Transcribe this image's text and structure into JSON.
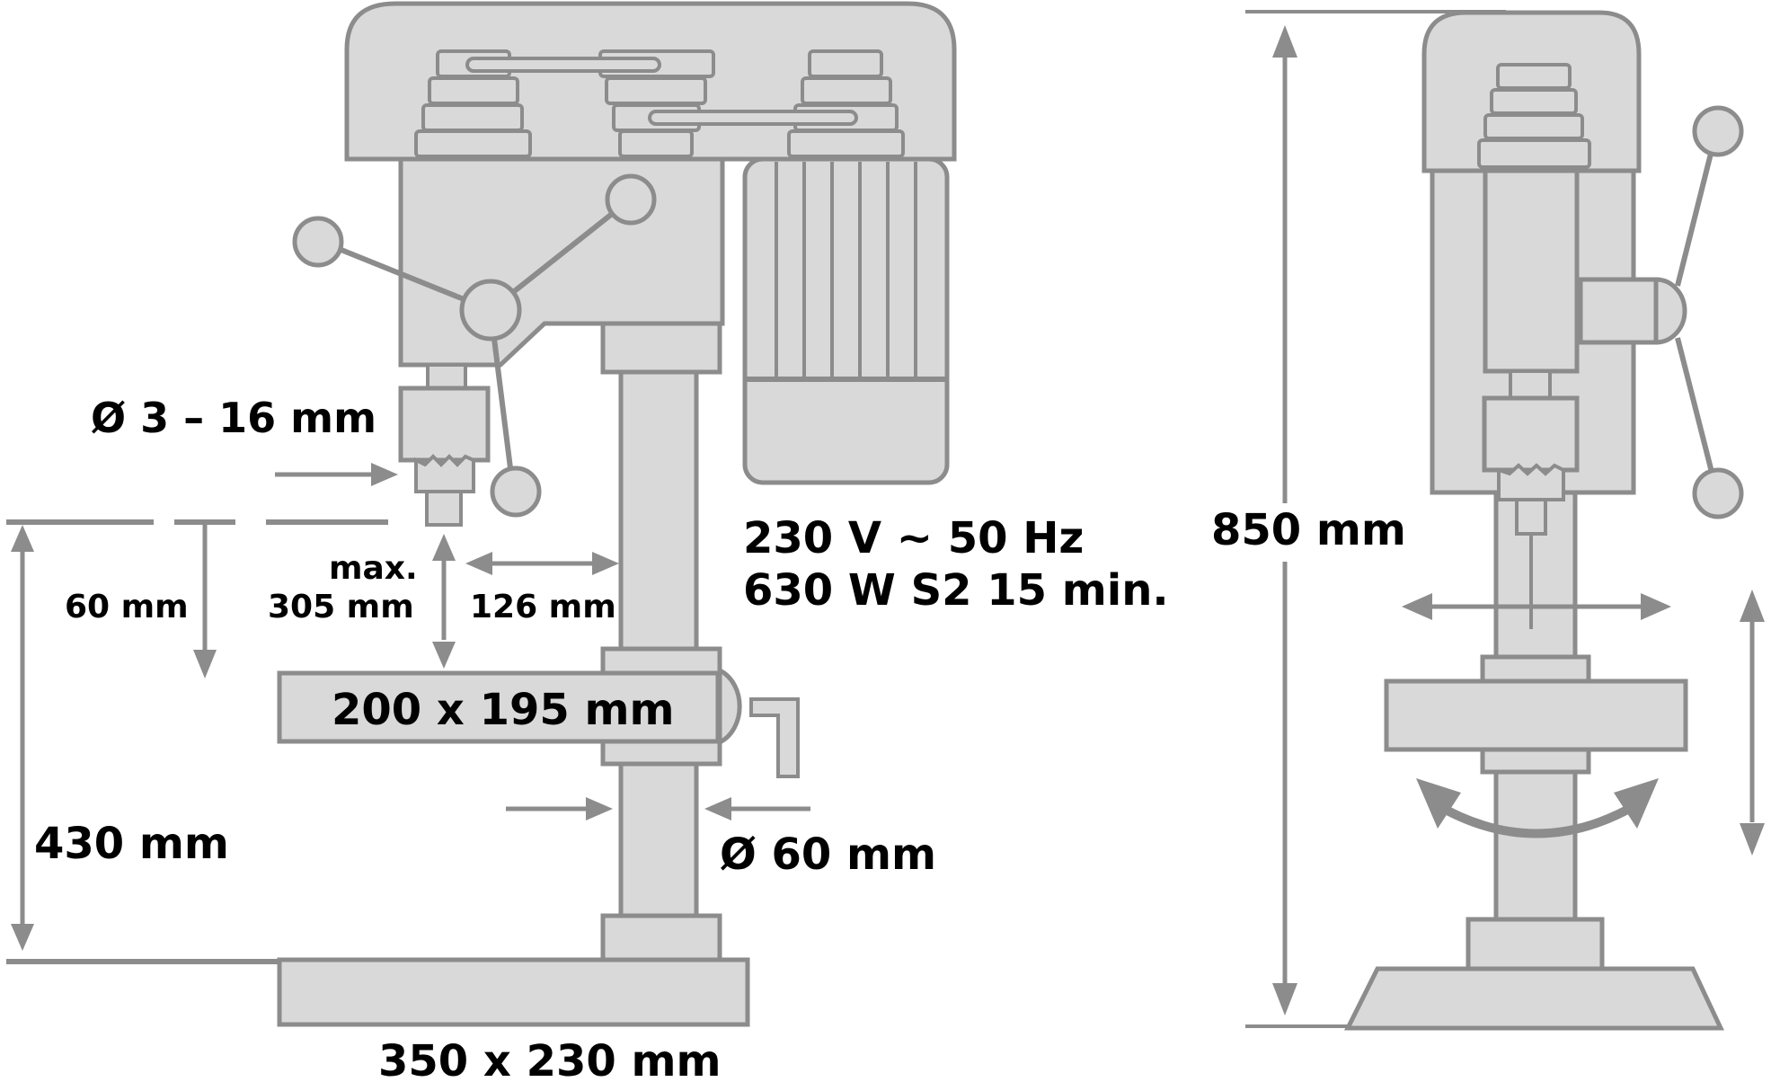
{
  "labels": {
    "chuck_range": "Ø 3 – 16 mm",
    "stroke": "60 mm",
    "max_label": "max.",
    "max_value": "305 mm",
    "throat": "126 mm",
    "voltage": "230 V ~ 50 Hz",
    "power": "630 W S2 15 min.",
    "table_size": "200 x 195 mm",
    "table_height": "430 mm",
    "column_diameter": "Ø 60 mm",
    "base_size": "350 x 230 mm",
    "total_height": "850 mm"
  },
  "colors": {
    "part_fill": "#d9d9d9",
    "outline": "#8c8c8c",
    "text": "#000000"
  }
}
